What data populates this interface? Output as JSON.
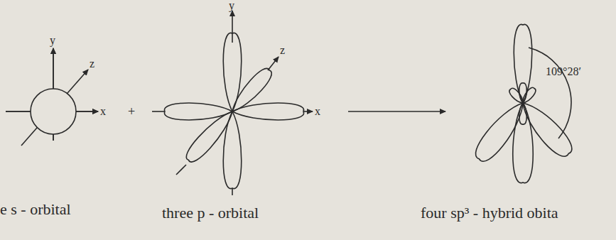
{
  "diagram": {
    "labels": [
      "e s - orbital",
      "three p - orbital",
      "four sp³ - hybrid obita",
      "y",
      "z",
      "x",
      "+",
      "y",
      "z",
      "x",
      "109°28′"
    ]
  }
}
